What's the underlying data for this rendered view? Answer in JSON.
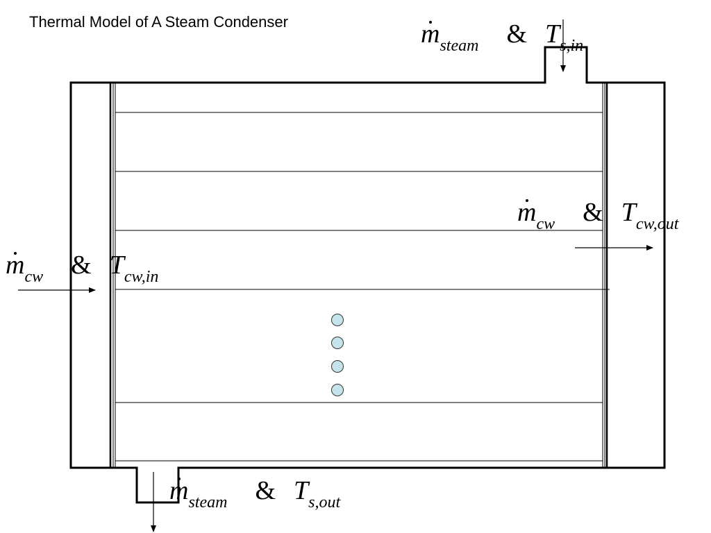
{
  "title": "Thermal Model of A Steam Condenser",
  "labels": {
    "steam_in": {
      "m": "m",
      "m_sub": "steam",
      "amp": "&",
      "t": "T",
      "t_sub": "s,in"
    },
    "cw_out": {
      "m": "m",
      "m_sub": "cw",
      "amp": "&",
      "t": "T",
      "t_sub": "cw,out"
    },
    "cw_in": {
      "m": "m",
      "m_sub": "cw",
      "amp": "&",
      "t": "T",
      "t_sub": "cw,in"
    },
    "steam_out": {
      "m": "m",
      "m_sub": "steam",
      "amp": "&",
      "t": "T",
      "t_sub": "s,out"
    }
  },
  "colors": {
    "line": "#000000",
    "tube_dot_fill": "#c5e3ea",
    "tube_dot_stroke": "#333333"
  }
}
